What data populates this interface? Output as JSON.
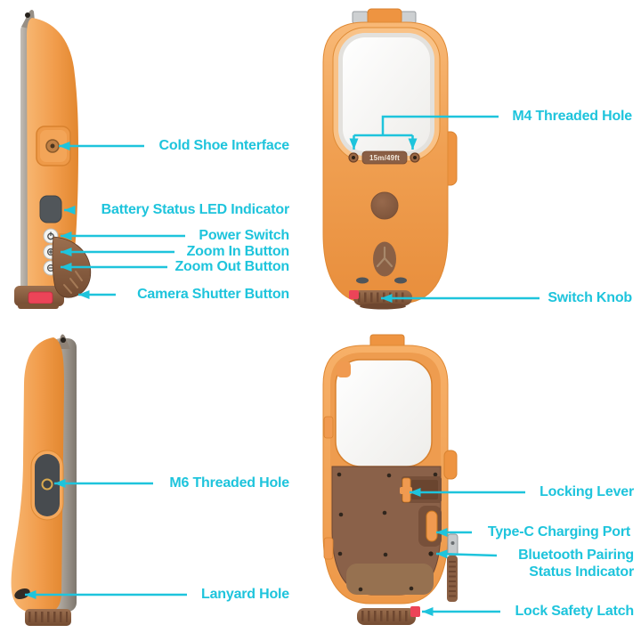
{
  "colors": {
    "accent": "#1EC4DC",
    "body_orange": "#F2A052",
    "housing_brown": "#8A6149",
    "panel_dark": "#4E5357",
    "latch_red": "#EC4458",
    "back_grey": "#A39C93",
    "background": "#FFFFFF"
  },
  "markings": {
    "depth_rating": "15m/49ft"
  },
  "callouts": {
    "cold_shoe": {
      "label": "Cold Shoe Interface"
    },
    "battery_led": {
      "label": "Battery Status LED Indicator"
    },
    "power": {
      "label": "Power Switch"
    },
    "zoom_in": {
      "label": "Zoom In Button"
    },
    "zoom_out": {
      "label": "Zoom Out Button"
    },
    "shutter": {
      "label": "Camera Shutter Button"
    },
    "m4_hole": {
      "label": "M4 Threaded Hole"
    },
    "switch_knob": {
      "label": "Switch Knob"
    },
    "m6_hole": {
      "label": "M6 Threaded Hole"
    },
    "lanyard": {
      "label": "Lanyard Hole"
    },
    "locking_lever": {
      "label": "Locking Lever"
    },
    "type_c": {
      "label": "Type-C Charging Port"
    },
    "bluetooth": {
      "label_line1": "Bluetooth Pairing",
      "label_line2": "Status Indicator"
    },
    "lock_latch": {
      "label": "Lock Safety Latch"
    }
  }
}
